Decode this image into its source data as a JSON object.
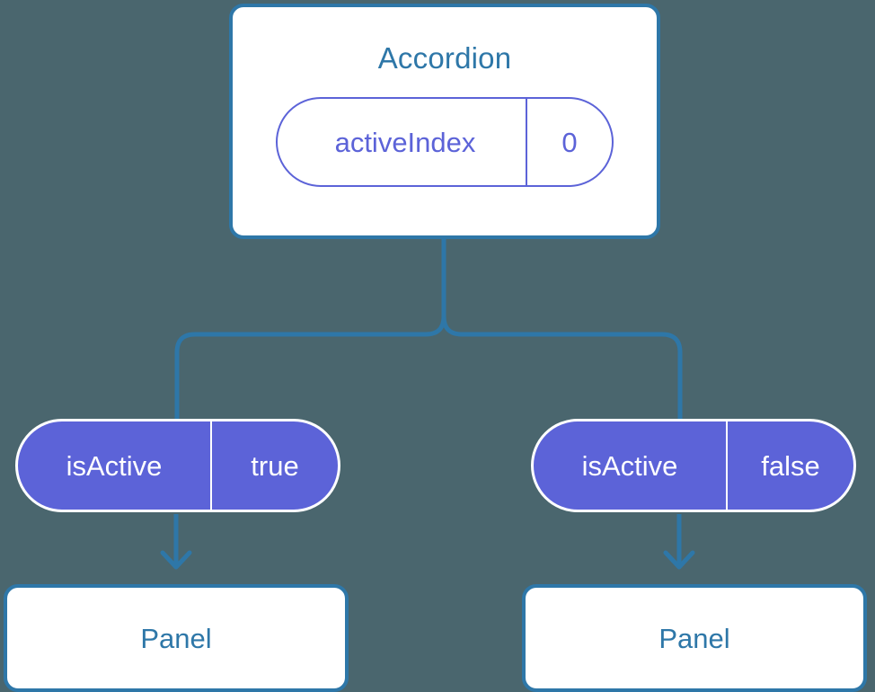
{
  "diagram": {
    "type": "component-state-tree",
    "background_color": "#4a666e",
    "accent_blue": "#2e77a8",
    "accent_purple": "#5c63d8",
    "text_on_fill": "#ffffff"
  },
  "root": {
    "title": "Accordion",
    "state": {
      "key": "activeIndex",
      "value": "0"
    }
  },
  "branches": [
    {
      "prop": {
        "key": "isActive",
        "value": "true"
      },
      "child": {
        "title": "Panel"
      }
    },
    {
      "prop": {
        "key": "isActive",
        "value": "false"
      },
      "child": {
        "title": "Panel"
      }
    }
  ]
}
